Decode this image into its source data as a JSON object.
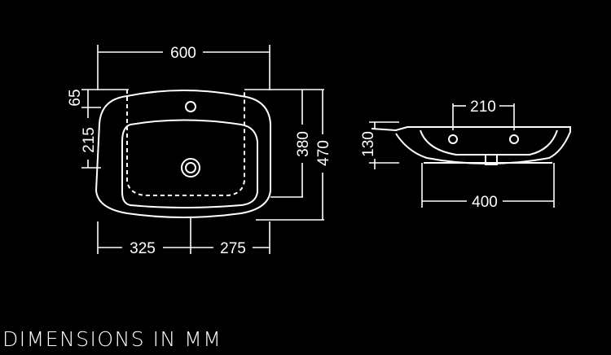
{
  "dimensions": {
    "overall_width": "600",
    "back_depth": "65",
    "bowl_offset": "215",
    "bowl_depth": "380",
    "overall_depth": "470",
    "left_width": "325",
    "right_width": "275",
    "basin_height": "130",
    "tap_spacing": "210",
    "pedestal_width": "400"
  },
  "caption": "DIMENSIONS IN MM",
  "colors": {
    "background": "#000000",
    "line": "#ffffff"
  }
}
